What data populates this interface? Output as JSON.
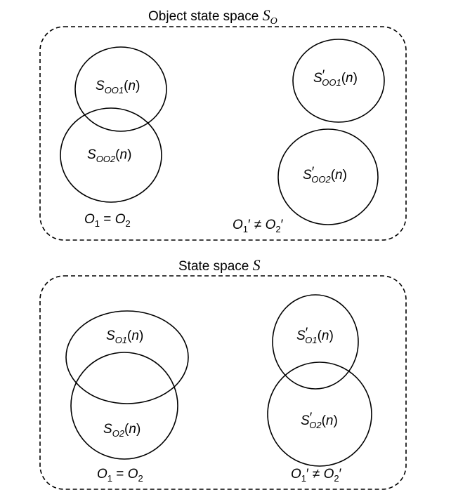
{
  "top_panel": {
    "title": "Object state space",
    "title_symbol": "S",
    "title_symbol_sub": "O",
    "left_group": {
      "set_a": {
        "base": "S",
        "sub": "OO1",
        "arg": "n"
      },
      "set_b": {
        "base": "S",
        "sub": "OO2",
        "arg": "n"
      },
      "relation": {
        "left": "O",
        "left_sub": "1",
        "left_prime": "",
        "op": "=",
        "right": "O",
        "right_sub": "2",
        "right_prime": ""
      }
    },
    "right_group": {
      "set_a": {
        "base": "S",
        "prime": "′",
        "sub": "OO1",
        "arg": "n"
      },
      "set_b": {
        "base": "S",
        "prime": "′",
        "sub": "OO2",
        "arg": "n"
      },
      "relation": {
        "left": "O",
        "left_sub": "1",
        "left_prime": "′",
        "op": "≠",
        "right": "O",
        "right_sub": "2",
        "right_prime": "′"
      }
    }
  },
  "bottom_panel": {
    "title": "State space",
    "title_symbol": "S",
    "left_group": {
      "set_a": {
        "base": "S",
        "sub": "O1",
        "arg": "n"
      },
      "set_b": {
        "base": "S",
        "sub": "O2",
        "arg": "n"
      },
      "relation": {
        "left": "O",
        "left_sub": "1",
        "left_prime": "",
        "op": "=",
        "right": "O",
        "right_sub": "2",
        "right_prime": ""
      }
    },
    "right_group": {
      "set_a": {
        "base": "S",
        "prime": "′",
        "sub": "O1",
        "arg": "n"
      },
      "set_b": {
        "base": "S",
        "prime": "′",
        "sub": "O2",
        "arg": "n"
      },
      "relation": {
        "left": "O",
        "left_sub": "1",
        "left_prime": "′",
        "op": "≠",
        "right": "O",
        "right_sub": "2",
        "right_prime": "′"
      }
    }
  },
  "colors": {
    "stroke": "#000000",
    "background": "#ffffff"
  }
}
